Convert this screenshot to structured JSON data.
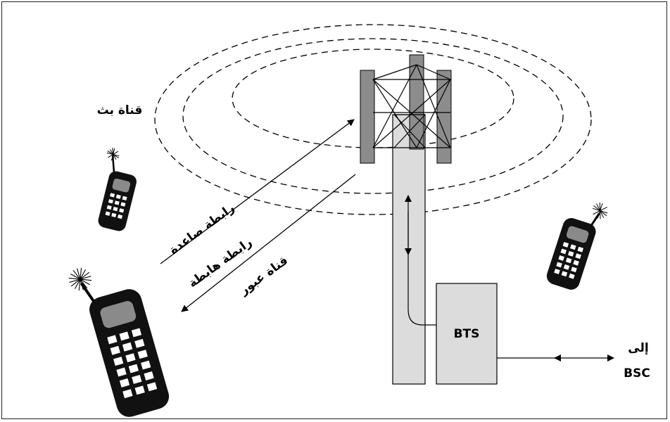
{
  "labels": {
    "broadcast_channel": "قناة بث",
    "uplink": "رابطة صاعدة",
    "downlink": "رابطة هابطة",
    "traffic_channel": "قناة عبور",
    "bts": "BTS",
    "to": "إلى",
    "bsc": "BSC"
  },
  "colors": {
    "tower_panel": "#8c8c8c",
    "mast": "#dcdcdc",
    "bts_box": "#dcdcdc",
    "phone_body": "#111111",
    "phone_screen": "#8a8a8a",
    "line": "#000000"
  },
  "icons": [
    "antenna-tower-icon",
    "mobile-phone-icon",
    "signal-burst-icon"
  ]
}
